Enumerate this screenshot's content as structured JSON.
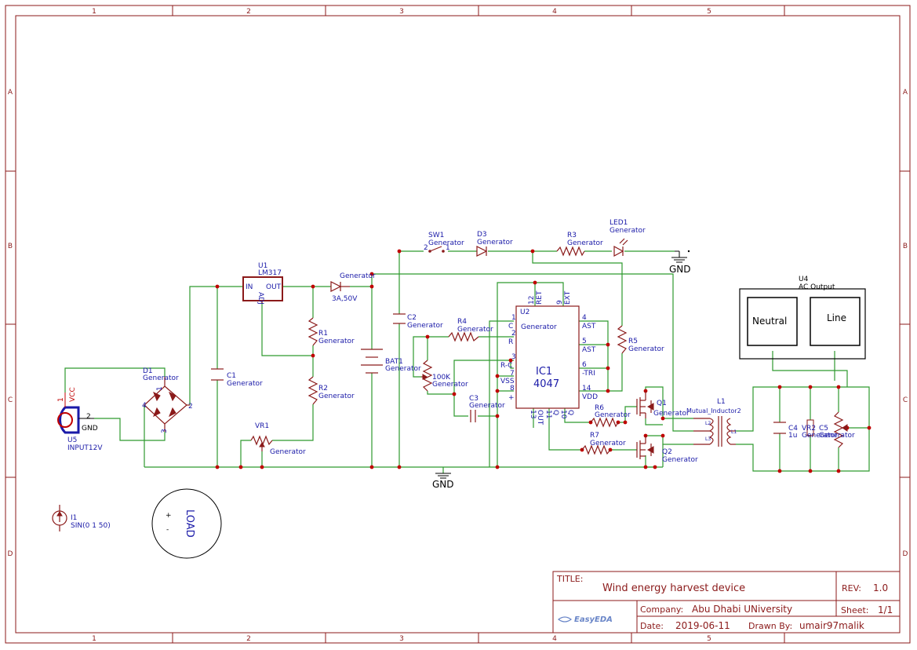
{
  "sheet": {
    "col_labels": [
      "1",
      "2",
      "3",
      "4",
      "5"
    ],
    "row_labels": [
      "A",
      "B",
      "C",
      "D"
    ]
  },
  "components": {
    "u1": {
      "ref": "U1",
      "value": "LM317",
      "pin_in": "IN",
      "pin_out": "OUT",
      "pin_adj": "ADJ"
    },
    "d1": {
      "ref": "D1",
      "value": "Generator",
      "p1": "1",
      "p2": "2",
      "p3": "3",
      "p4": "4"
    },
    "u5": {
      "ref": "U5",
      "value": "INPUT12V",
      "pin_vcc": "VCC",
      "pin_gnd": "GND",
      "n1": "1",
      "n2": "2"
    },
    "c1": {
      "ref": "C1",
      "value": "Generator"
    },
    "r1": {
      "ref": "R1",
      "value": "Generator"
    },
    "r2": {
      "ref": "R2",
      "value": "Generator"
    },
    "vr1": {
      "ref": "VR1",
      "value": "Generator"
    },
    "d_main": {
      "value": "Generator",
      "rating": "3A,50V"
    },
    "bat1": {
      "ref": "BAT1",
      "value": "Generator"
    },
    "c2": {
      "ref": "C2",
      "value": "Generator"
    },
    "sw1": {
      "ref": "SW1",
      "value": "Generator",
      "p1": "1",
      "p2": "2"
    },
    "d3": {
      "ref": "D3",
      "value": "Generator"
    },
    "r3": {
      "ref": "R3",
      "value": "Generator"
    },
    "led1": {
      "ref": "LED1",
      "value": "Generator"
    },
    "gnd": {
      "label": "GND"
    },
    "r4": {
      "ref": "R4",
      "value": "Generator"
    },
    "pot100k": {
      "ref": "100K",
      "value": "Generator"
    },
    "c3": {
      "ref": "C3",
      "value": "Generator"
    },
    "u2": {
      "ref": "U2",
      "value": "Generator",
      "name1": "IC1",
      "name2": "4047",
      "pins_top": [
        {
          "num": "12",
          "name": "RET"
        },
        {
          "num": "9",
          "name": "EXT"
        }
      ],
      "pins_left": [
        {
          "num": "1",
          "name": "C"
        },
        {
          "num": "2",
          "name": "R"
        },
        {
          "num": "3",
          "name": "R-C"
        },
        {
          "num": "7",
          "name": "VSS"
        },
        {
          "num": "8",
          "name": "+"
        }
      ],
      "pins_right": [
        {
          "num": "4",
          "name": "AST"
        },
        {
          "num": "5",
          "name": "AST"
        },
        {
          "num": "6",
          "name": "-TRI"
        },
        {
          "num": "14",
          "name": "VDD"
        }
      ],
      "pins_bottom": [
        {
          "num": "13",
          "name": "OUT"
        },
        {
          "num": "11",
          "name": "Q"
        },
        {
          "num": "10",
          "name": "Q"
        }
      ]
    },
    "r5": {
      "ref": "R5",
      "value": "Generator"
    },
    "r6": {
      "ref": "R6",
      "value": "Generator"
    },
    "r7": {
      "ref": "R7",
      "value": "Generator"
    },
    "q1": {
      "ref": "Q1",
      "value": "Generator"
    },
    "q2": {
      "ref": "Q2",
      "value": "Generator"
    },
    "l1": {
      "ref": "L1",
      "value": "Mutual_Inductor2",
      "pl2": "L2",
      "pl1": "L1",
      "pl3": "L3"
    },
    "c4": {
      "ref": "C4",
      "value": "1u"
    },
    "vr2": {
      "ref": "VR2",
      "value": "Generator"
    },
    "c5": {
      "ref": "C5",
      "value": "Generator"
    },
    "u4": {
      "ref": "U4",
      "value": "AC Output",
      "neutral": "Neutral",
      "line": "Line"
    },
    "i1": {
      "ref": "I1",
      "value": "SIN(0 1 50)"
    },
    "load": {
      "label": "LOAD",
      "plus": "+",
      "minus": "-"
    }
  },
  "title_block": {
    "title_label": "TITLE:",
    "title": "Wind energy harvest device",
    "rev_label": "REV:",
    "rev": "1.0",
    "company_label": "Company:",
    "company": "Abu Dhabi UNiversity",
    "sheet_label": "Sheet:",
    "sheet": "1/1",
    "date_label": "Date:",
    "date": "2019-06-11",
    "drawn_label": "Drawn By:",
    "drawn_by": "umair97malik",
    "logo": "EasyEDA"
  },
  "colors": {
    "frame": "#8b1a1a",
    "wire": "#2e9a2e",
    "junction": "#c00000",
    "pin_text": "#1a1aa8"
  }
}
